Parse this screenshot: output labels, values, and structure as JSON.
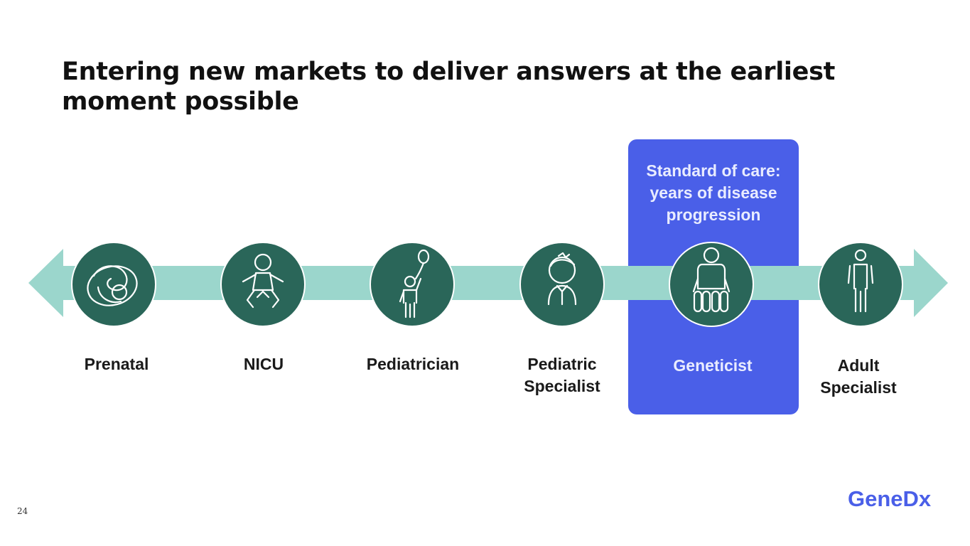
{
  "title": "Entering new markets to deliver answers at the earliest moment possible",
  "highlight": {
    "text": "Standard of care:\nyears of disease\nprogression",
    "color": "#4a5fe8"
  },
  "stages": [
    {
      "label": "Prenatal",
      "icon": "fetus-icon"
    },
    {
      "label": "NICU",
      "icon": "infant-icon"
    },
    {
      "label": "Pediatrician",
      "icon": "child-with-balloon-icon"
    },
    {
      "label": "Pediatric\nSpecialist",
      "icon": "boy-icon"
    },
    {
      "label": "Geneticist",
      "icon": "wheelchair-user-icon"
    },
    {
      "label": "Adult\nSpecialist",
      "icon": "adult-icon"
    }
  ],
  "colors": {
    "arrow": "#9bd6cc",
    "circle": "#2a6659",
    "logo": "#4a5fe8"
  },
  "page_number": "24",
  "logo": {
    "text": "GeneDx"
  }
}
